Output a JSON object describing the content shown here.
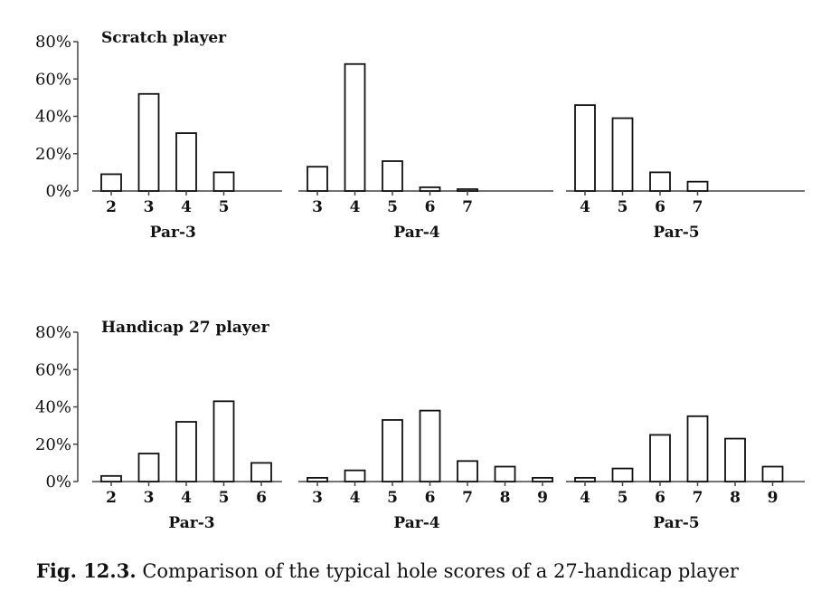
{
  "chart_data": [
    {
      "type": "bar",
      "title": "Scratch player",
      "ylim": [
        0,
        80
      ],
      "y_ticks": [
        "0%",
        "20%",
        "40%",
        "60%",
        "80%"
      ],
      "grid": false,
      "panels": [
        {
          "label": "Par-3",
          "categories": [
            "2",
            "3",
            "4",
            "5"
          ],
          "values": [
            9,
            52,
            31,
            10
          ]
        },
        {
          "label": "Par-4",
          "categories": [
            "3",
            "4",
            "5",
            "6",
            "7"
          ],
          "values": [
            13,
            68,
            16,
            2,
            1
          ]
        },
        {
          "label": "Par-5",
          "categories": [
            "4",
            "5",
            "6",
            "7"
          ],
          "values": [
            46,
            39,
            10,
            5
          ]
        }
      ]
    },
    {
      "type": "bar",
      "title": "Handicap 27 player",
      "ylim": [
        0,
        80
      ],
      "y_ticks": [
        "0%",
        "20%",
        "40%",
        "60%",
        "80%"
      ],
      "grid": false,
      "panels": [
        {
          "label": "Par-3",
          "categories": [
            "2",
            "3",
            "4",
            "5",
            "6"
          ],
          "values": [
            3,
            15,
            32,
            43,
            10
          ]
        },
        {
          "label": "Par-4",
          "categories": [
            "3",
            "4",
            "5",
            "6",
            "7",
            "8",
            "9"
          ],
          "values": [
            2,
            6,
            33,
            38,
            11,
            8,
            2
          ]
        },
        {
          "label": "Par-5",
          "categories": [
            "4",
            "5",
            "6",
            "7",
            "8",
            "9"
          ],
          "values": [
            2,
            7,
            25,
            35,
            23,
            8
          ]
        }
      ]
    }
  ],
  "caption": {
    "prefix": "Fig. 12.3.",
    "text": " Comparison of the typical hole scores of a 27-handicap player"
  }
}
